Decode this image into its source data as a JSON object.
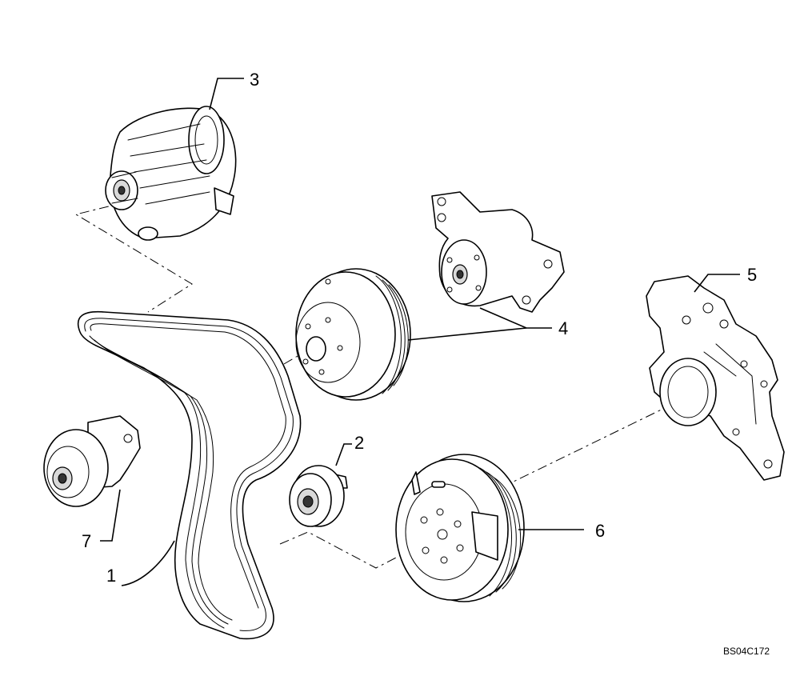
{
  "callouts": {
    "belt": "1",
    "idler_pulley": "2",
    "alternator": "3",
    "water_pump": "4",
    "front_cover": "5",
    "crank_damper": "6",
    "tensioner": "7"
  },
  "drawing_code": "BS04C172"
}
